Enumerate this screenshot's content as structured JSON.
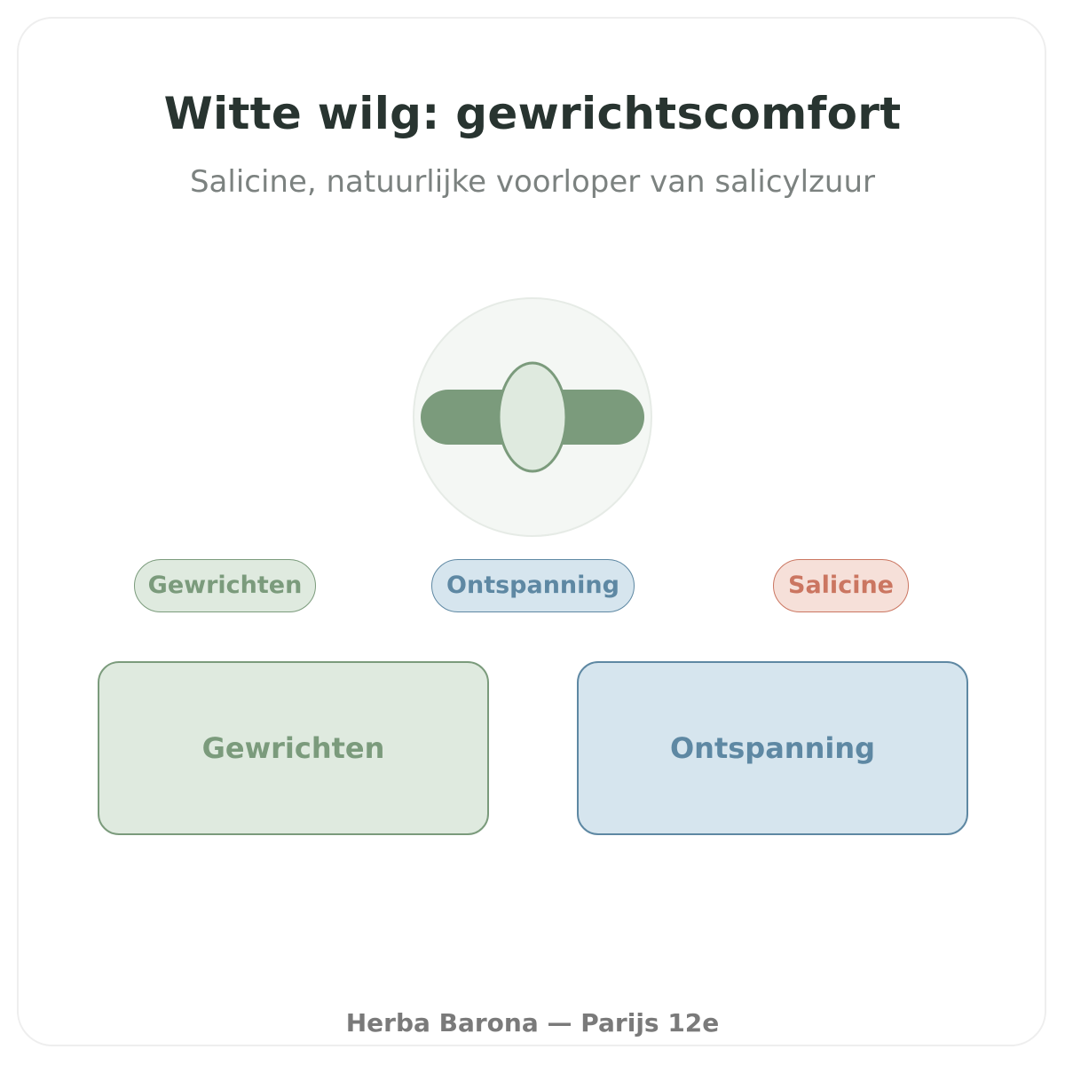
{
  "header": {
    "title": "Witte wilg: gewrichtscomfort",
    "subtitle": "Salicine, natuurlijke voorloper van salicylzuur"
  },
  "emblem": {
    "icon": "joint-bone-icon",
    "colors": {
      "circle_fill": "#f4f7f4",
      "circle_stroke": "#e6ebe6",
      "bone_fill": "#7b9b7c",
      "joint_fill": "#dfeadf",
      "joint_stroke": "#7b9b7c"
    }
  },
  "tags": [
    {
      "label": "Gewrichten",
      "color": "#7b9b7c",
      "background": "#dfeadf"
    },
    {
      "label": "Ontspanning",
      "color": "#5e88a3",
      "background": "#d6e5ee"
    },
    {
      "label": "Salicine",
      "color": "#cb7661",
      "background": "#f6e0d9"
    }
  ],
  "panels": [
    {
      "label": "Gewrichten",
      "color": "#7b9b7c",
      "background": "#dfeadf"
    },
    {
      "label": "Ontspanning",
      "color": "#5e88a3",
      "background": "#d6e5ee"
    }
  ],
  "footer": {
    "text": "Herba Barona — Parijs 12e"
  }
}
